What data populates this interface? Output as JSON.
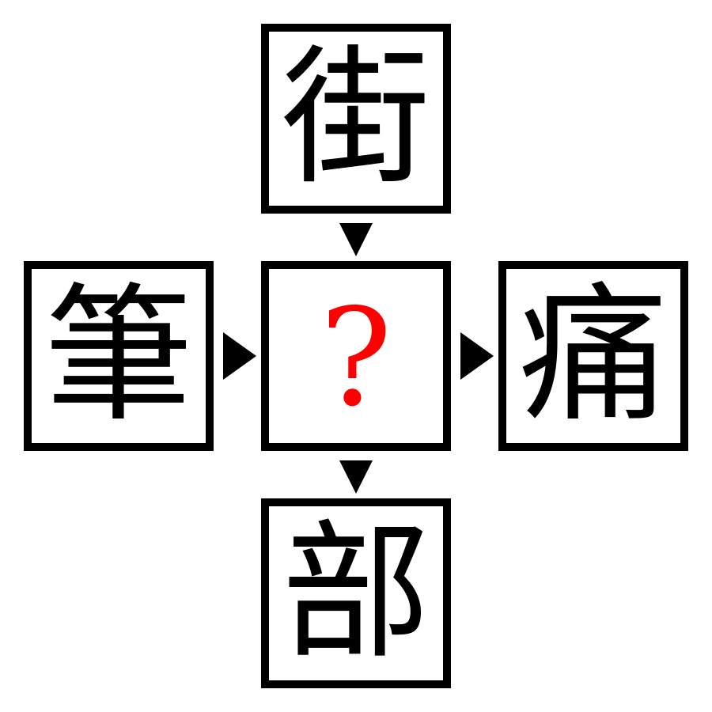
{
  "puzzle": {
    "top": "街",
    "left": "筆",
    "center": "?",
    "right": "痛",
    "bottom": "部"
  },
  "colors": {
    "border": "#000000",
    "text": "#000000",
    "question": "#ff0000",
    "background": "#ffffff"
  }
}
